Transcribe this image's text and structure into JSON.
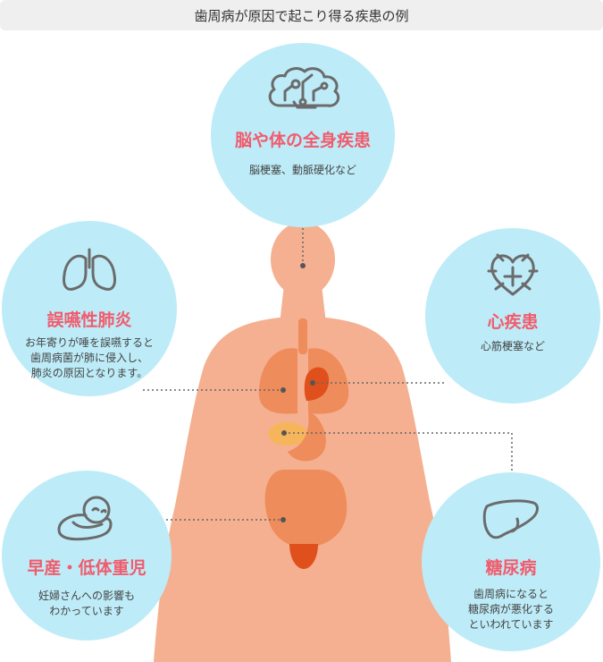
{
  "title": "歯周病が原因で起こり得る疾患の例",
  "colors": {
    "bubble": "#bdecf8",
    "heading": "#f15b6c",
    "body_skin": "#f4b090",
    "organ": "#ef8c5b",
    "heart": "#e0501c",
    "icon_stroke": "#6b6b6b",
    "dots": "#666666"
  },
  "diseases": {
    "brain": {
      "name": "脳や体の全身疾患",
      "desc": "脳梗塞、動脈硬化など",
      "icon": "brain-icon"
    },
    "pneumonia": {
      "name": "誤嚥性肺炎",
      "desc": "お年寄りが唾を誤嚥すると\n歯周病菌が肺に侵入し、\n肺炎の原因となります。",
      "icon": "lungs-icon"
    },
    "heart": {
      "name": "心疾患",
      "desc": "心筋梗塞など",
      "icon": "heart-icon"
    },
    "premature": {
      "name": "早産・低体重児",
      "desc": "妊婦さんへの影響も\nわかっています",
      "icon": "baby-icon"
    },
    "diabetes": {
      "name": "糖尿病",
      "desc": "歯周病になると\n糖尿病が悪化する\nといわれています",
      "icon": "liver-icon"
    }
  }
}
